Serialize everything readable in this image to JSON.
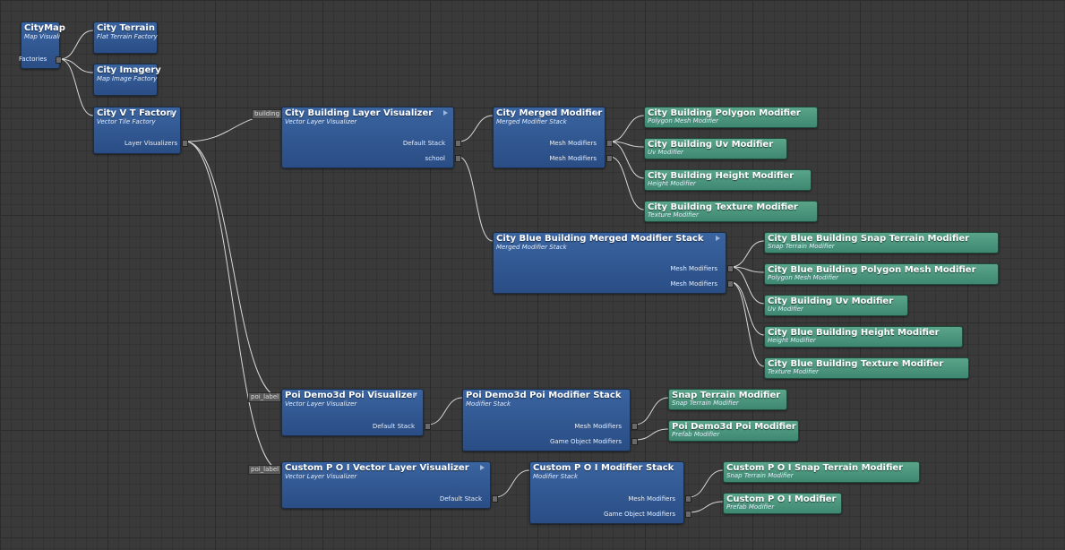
{
  "nodes": {
    "citymap": {
      "title": "CityMap",
      "subtitle": "Map Visuali",
      "port": "Factories"
    },
    "terrain": {
      "title": "City Terrain",
      "subtitle": "Flat Terrain Factory"
    },
    "imagery": {
      "title": "City Imagery",
      "subtitle": "Map Image Factory"
    },
    "vtfactory": {
      "title": "City V T Factory",
      "subtitle": "Vector Tile Factory",
      "port": "Layer Visualizers"
    },
    "building_vis": {
      "title": "City Building Layer Visualizer",
      "subtitle": "Vector Layer Visualizer",
      "input": "building",
      "port1": "Default Stack",
      "port2": "school"
    },
    "merged_mod": {
      "title": "City Merged Modifier",
      "subtitle": "Merged Modifier Stack",
      "port1": "Mesh Modifiers",
      "port2": "Mesh Modifiers"
    },
    "bld_polygon": {
      "title": "City Building Polygon Modifier",
      "subtitle": "Polygon Mesh Modifier"
    },
    "bld_uv": {
      "title": "City Building Uv Modifier",
      "subtitle": "Uv Modifier"
    },
    "bld_height": {
      "title": "City Building Height Modifier",
      "subtitle": "Height Modifier"
    },
    "bld_texture": {
      "title": "City Building Texture Modifier",
      "subtitle": "Texture Modifier"
    },
    "blue_merged": {
      "title": "City Blue Building Merged Modifier Stack",
      "subtitle": "Merged Modifier Stack",
      "port1": "Mesh Modifiers",
      "port2": "Mesh Modifiers"
    },
    "blue_snap": {
      "title": "City Blue Building Snap Terrain Modifier",
      "subtitle": "Snap Terrain Modifier"
    },
    "blue_polygon": {
      "title": "City Blue Building Polygon Mesh Modifier",
      "subtitle": "Polygon Mesh Modifier"
    },
    "blue_uv": {
      "title": "City Building Uv Modifier",
      "subtitle": "Uv Modifier"
    },
    "blue_height": {
      "title": "City Blue Building Height Modifier",
      "subtitle": "Height Modifier"
    },
    "blue_texture": {
      "title": "City Blue Building Texture Modifier",
      "subtitle": "Texture Modifier"
    },
    "poi_vis": {
      "title": "Poi Demo3d Poi Visualizer",
      "subtitle": "Vector Layer Visualizer",
      "input": "poi_label",
      "port1": "Default Stack"
    },
    "poi_stack": {
      "title": "Poi Demo3d Poi Modifier Stack",
      "subtitle": "Modifier Stack",
      "port1": "Mesh Modifiers",
      "port2": "Game Object Modifiers"
    },
    "poi_snap": {
      "title": "Snap Terrain Modifier",
      "subtitle": "Snap Terrain Modifier"
    },
    "poi_mod": {
      "title": "Poi Demo3d Poi Modifier",
      "subtitle": "Prefab Modifier"
    },
    "cpoi_vis": {
      "title": "Custom P O I Vector Layer Visualizer",
      "subtitle": "Vector Layer Visualizer",
      "input": "poi_label",
      "port1": "Default Stack"
    },
    "cpoi_stack": {
      "title": "Custom P O I Modifier Stack",
      "subtitle": "Modifier Stack",
      "port1": "Mesh Modifiers",
      "port2": "Game Object Modifiers"
    },
    "cpoi_snap": {
      "title": "Custom P O I Snap Terrain Modifier",
      "subtitle": "Snap Terrain Modifier"
    },
    "cpoi_mod": {
      "title": "Custom P O I Modifier",
      "subtitle": "Prefab Modifier"
    }
  },
  "colors": {
    "node_blue": "#2e5590",
    "node_green": "#4a9880",
    "wire": "#d8d8d8",
    "background": "#3a3a3a"
  }
}
